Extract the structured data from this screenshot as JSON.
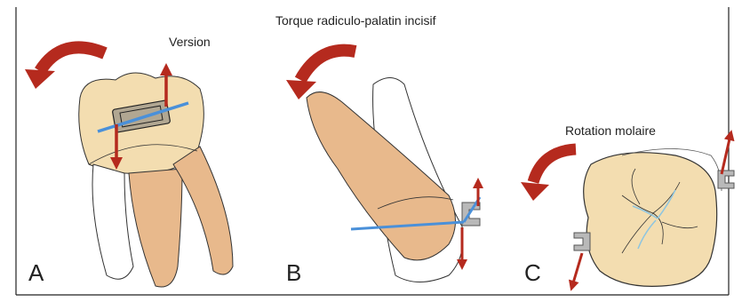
{
  "panels": [
    {
      "letter": "A",
      "label": "Version"
    },
    {
      "letter": "B",
      "label": "Torque radiculo-palatin incisif"
    },
    {
      "letter": "C",
      "label": "Rotation molaire"
    }
  ],
  "colors": {
    "tooth_fill": "#f3ddb0",
    "root_fill": "#e8b98c",
    "outline": "#333333",
    "arrow_red": "#b52a1e",
    "wire_blue": "#4a90d9",
    "bracket_gray": "#b9b9b9",
    "frame": "#222222"
  }
}
